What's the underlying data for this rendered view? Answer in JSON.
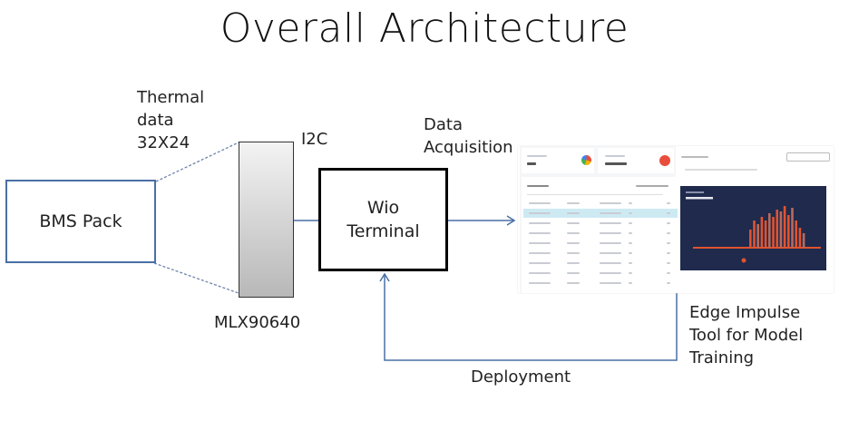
{
  "title": "Overall Architecture",
  "labels": {
    "thermal": [
      "Thermal",
      "data",
      "32X24"
    ],
    "i2c": "I2C",
    "sensor": "MLX90640",
    "data_acq": [
      "Data",
      "Acquisition"
    ],
    "deployment": "Deployment",
    "edge_impulse": [
      "Edge Impulse",
      "Tool for Model",
      "Training"
    ]
  },
  "boxes": {
    "bms": "BMS Pack",
    "wio": [
      "Wio",
      "Terminal"
    ]
  },
  "colors": {
    "connector": "#4a6fa5",
    "panel": "#1f2a4d",
    "bars": "#e0532f",
    "highlight_row": "#cdeaf3"
  }
}
